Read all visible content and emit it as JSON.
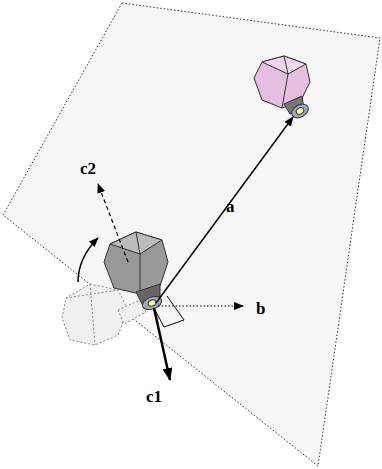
{
  "diagram": {
    "labels": [
      "c2",
      "a",
      "b",
      "c1"
    ]
  }
}
